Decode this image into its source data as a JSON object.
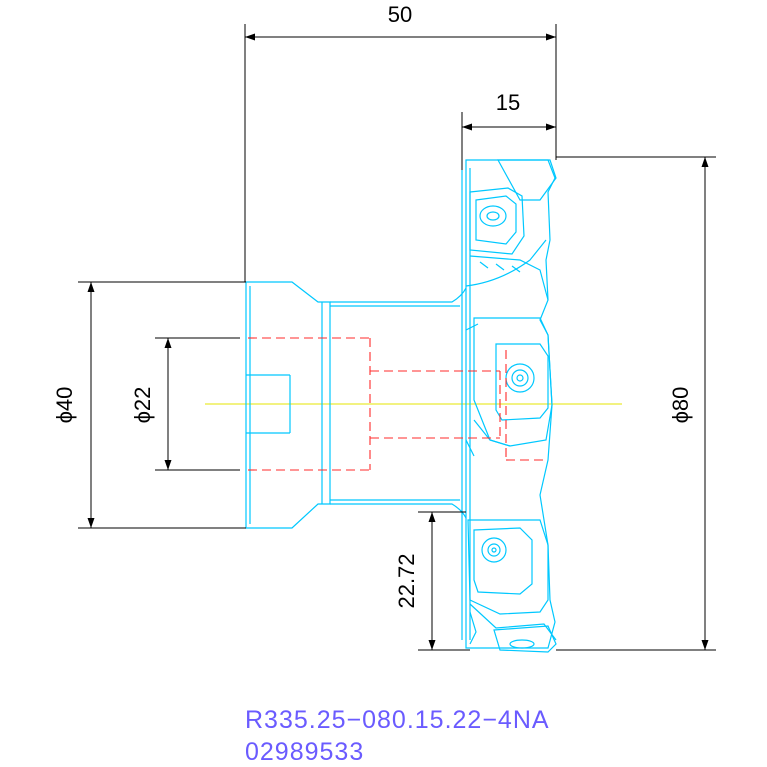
{
  "drawing": {
    "dimensions": {
      "overall_length": "50",
      "insert_depth": "15",
      "shank_diameter": "ϕ40",
      "bore_diameter": "ϕ22",
      "cutter_diameter": "ϕ80",
      "cutter_radius": "22.72"
    },
    "colors": {
      "tool_outline": "#00c8ff",
      "hidden_lines": "#ff2b2b",
      "centerline": "#e6e600",
      "dimension_lines": "#000000",
      "text": "#6a5bff"
    },
    "part_code": "R335.25−080.15.22−4NA",
    "order_number": "02989533"
  }
}
